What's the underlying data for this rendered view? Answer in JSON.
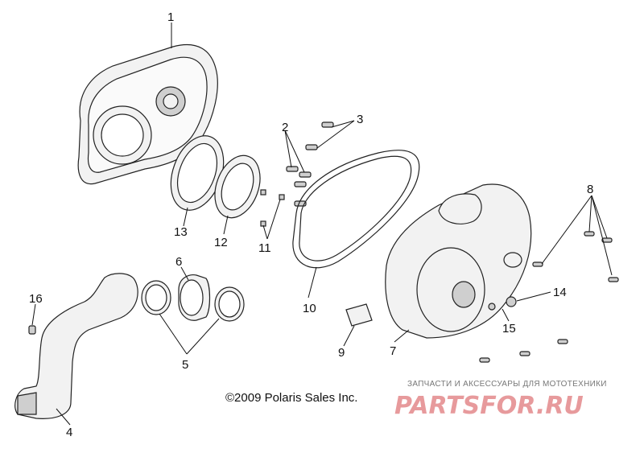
{
  "labels": {
    "l1": "1",
    "l2": "2",
    "l3": "3",
    "l4": "4",
    "l5": "5",
    "l6": "6",
    "l7": "7",
    "l8": "8",
    "l9": "9",
    "l10": "10",
    "l11": "11",
    "l12": "12",
    "l13": "13",
    "l14": "14",
    "l15": "15",
    "l16": "16"
  },
  "copyright": "©2009 Polaris Sales Inc.",
  "watermark": {
    "tagline": "ЗАПЧАСТИ И АКСЕССУАРЫ ДЛЯ МОТОТЕХНИКИ",
    "logo": "PARTSFOR.RU",
    "color": "#e79a9c"
  }
}
